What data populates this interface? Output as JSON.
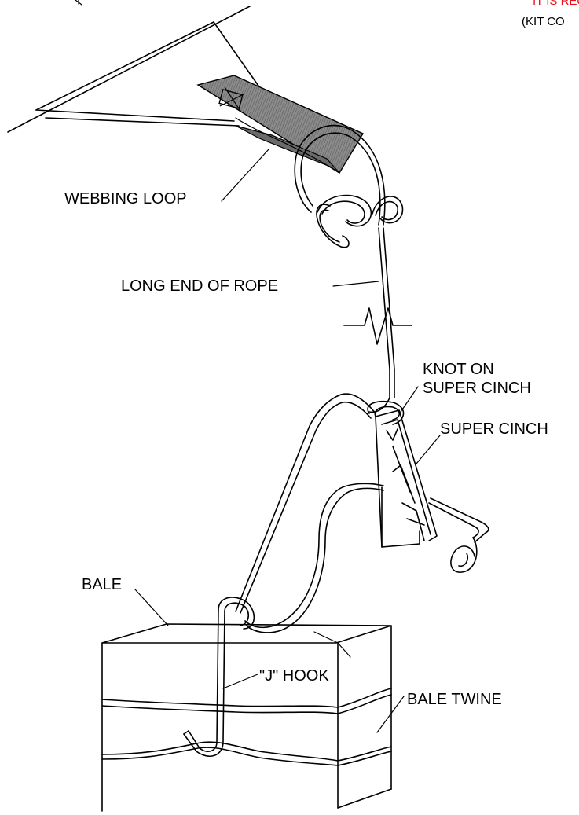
{
  "header": {
    "red_note": "IT IS REQ",
    "kit_note": "(KIT CO"
  },
  "labels": {
    "webbing_loop": "WEBBING LOOP",
    "long_end_of_rope": "LONG END OF ROPE",
    "knot_line1": "KNOT ON",
    "knot_line2": "SUPER CINCH",
    "super_cinch": "SUPER CINCH",
    "bale": "BALE",
    "j_hook": "\"J\" HOOK",
    "bale_twine": "BALE TWINE"
  },
  "colors": {
    "note_red": "#e8101a",
    "webbing_gray": "#7a7a7a",
    "line": "#000000"
  }
}
